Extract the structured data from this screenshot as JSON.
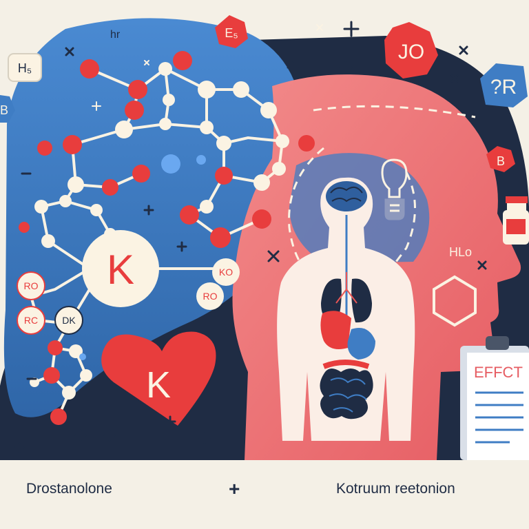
{
  "diagram": {
    "left_compound": "Drostanolone",
    "operator": "+",
    "right_compound": "Kotruum reetonion",
    "center_symbol": "K",
    "heart_symbol": "K",
    "clipboard_label": "EFFCT",
    "badges": {
      "e": "E₅",
      "jo": "JO",
      "pr": "?R",
      "b_small": "B",
      "h_left": "H₅",
      "b_left": "B",
      "hl": "HLo",
      "hr": "hr"
    },
    "molecule_labels": [
      "RO",
      "RC",
      "DK",
      "KO",
      "RO"
    ]
  },
  "colors": {
    "background": "#f4f0e6",
    "blue": "#3f7dc4",
    "navy": "#1f2c44",
    "red": "#e83d3d",
    "pink": "#ef6f70",
    "cream": "#fbf3e3"
  }
}
